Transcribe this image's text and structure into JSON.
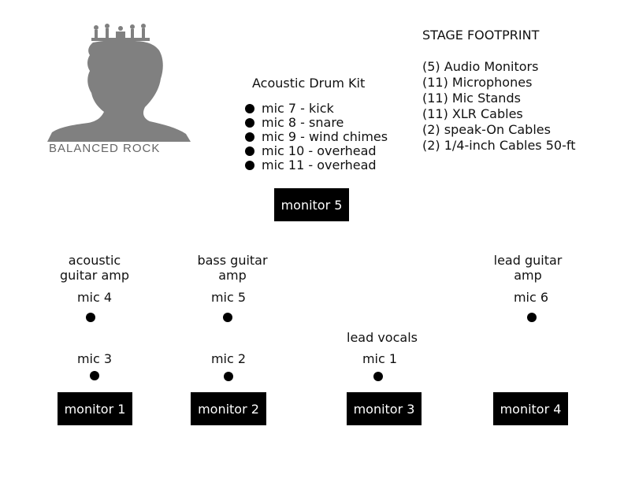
{
  "logo": {
    "name": "BALANCED ROCK",
    "color": "#808080"
  },
  "footprint": {
    "title": "STAGE FOOTPRINT",
    "items": [
      "(5) Audio Monitors",
      "(11) Microphones",
      "(11) Mic Stands",
      "(11) XLR Cables",
      "(2) speak-On Cables",
      "(2) 1/4-inch Cables 50-ft"
    ]
  },
  "drum_kit": {
    "title": "Acoustic Drum Kit",
    "mics": [
      "mic 7 - kick",
      "mic 8 - snare",
      "mic 9 - wind chimes",
      "mic 10 - overhead",
      "mic 11 - overhead"
    ]
  },
  "monitors": [
    "monitor 5",
    "monitor 1",
    "monitor 2",
    "monitor 3",
    "monitor 4"
  ],
  "positions": {
    "acoustic_amp_line1": "acoustic",
    "acoustic_amp_line2": "guitar amp",
    "bass_amp_line1": "bass guitar",
    "bass_amp_line2": "amp",
    "lead_amp_line1": "lead guitar",
    "lead_amp_line2": "amp",
    "lead_vocals": "lead vocals"
  },
  "mics": {
    "mic1": "mic 1",
    "mic2": "mic 2",
    "mic3": "mic 3",
    "mic4": "mic 4",
    "mic5": "mic 5",
    "mic6": "mic 6"
  },
  "colors": {
    "monitor_bg": "#000000",
    "monitor_text": "#ffffff"
  }
}
